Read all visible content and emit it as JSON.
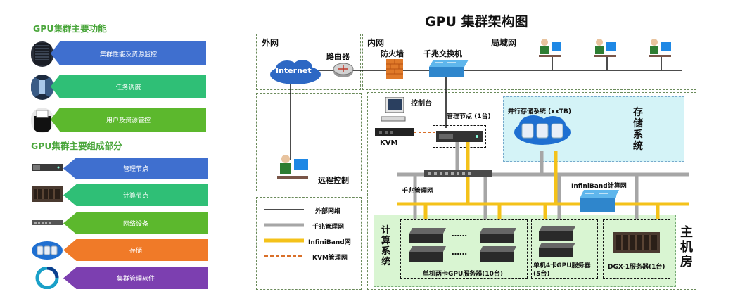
{
  "left": {
    "functions_title": "GPU集群主要功能",
    "functions": [
      {
        "label": "集群性能及资源监控",
        "color": "#3f6fcf"
      },
      {
        "label": "任务调度",
        "color": "#2fbf76"
      },
      {
        "label": "用户及资源管控",
        "color": "#5cb82d"
      }
    ],
    "components_title": "GPU集群主要组成部分",
    "components": [
      {
        "label": "管理节点",
        "color": "#3f6fcf"
      },
      {
        "label": "计算节点",
        "color": "#2fbf76"
      },
      {
        "label": "网络设备",
        "color": "#5cb82d"
      },
      {
        "label": "存储",
        "color": "#f07a28"
      },
      {
        "label": "集群管理软件",
        "color": "#7c3fb0"
      }
    ]
  },
  "diagram": {
    "title": "GPU 集群架构图",
    "zones": {
      "wan": "外网",
      "intranet": "内网",
      "lan": "局域网",
      "storage_vertical": "存储系统",
      "compute_vertical": "计算系统",
      "room_vertical": "主机房"
    },
    "labels": {
      "internet": "Internet",
      "router": "路由器",
      "firewall": "防火墙",
      "gigabit_switch": "千兆交换机",
      "console": "控制台",
      "mgmt_node": "管理节点 (1台)",
      "kvm": "KVM",
      "storage": "并行存储系统 (xxTB)",
      "remote": "远程控制",
      "gigabit_mgmt_net": "千兆管理网",
      "infiniband_net": "InfiniBand计算网",
      "dots": "……",
      "server2": "单机两卡GPU服务器(10台)",
      "server4": "单机4卡GPU服务器(5台)",
      "dgx": "DGX-1服务器(1台)"
    },
    "legend": [
      {
        "label": "外部网络",
        "color": "#111111",
        "style": "solid"
      },
      {
        "label": "千兆管理网",
        "color": "#a6a6a6",
        "style": "thick"
      },
      {
        "label": "InfiniBand网",
        "color": "#f4c21a",
        "style": "thick"
      },
      {
        "label": "KVM管理网",
        "color": "#d9702a",
        "style": "dashed"
      }
    ]
  }
}
